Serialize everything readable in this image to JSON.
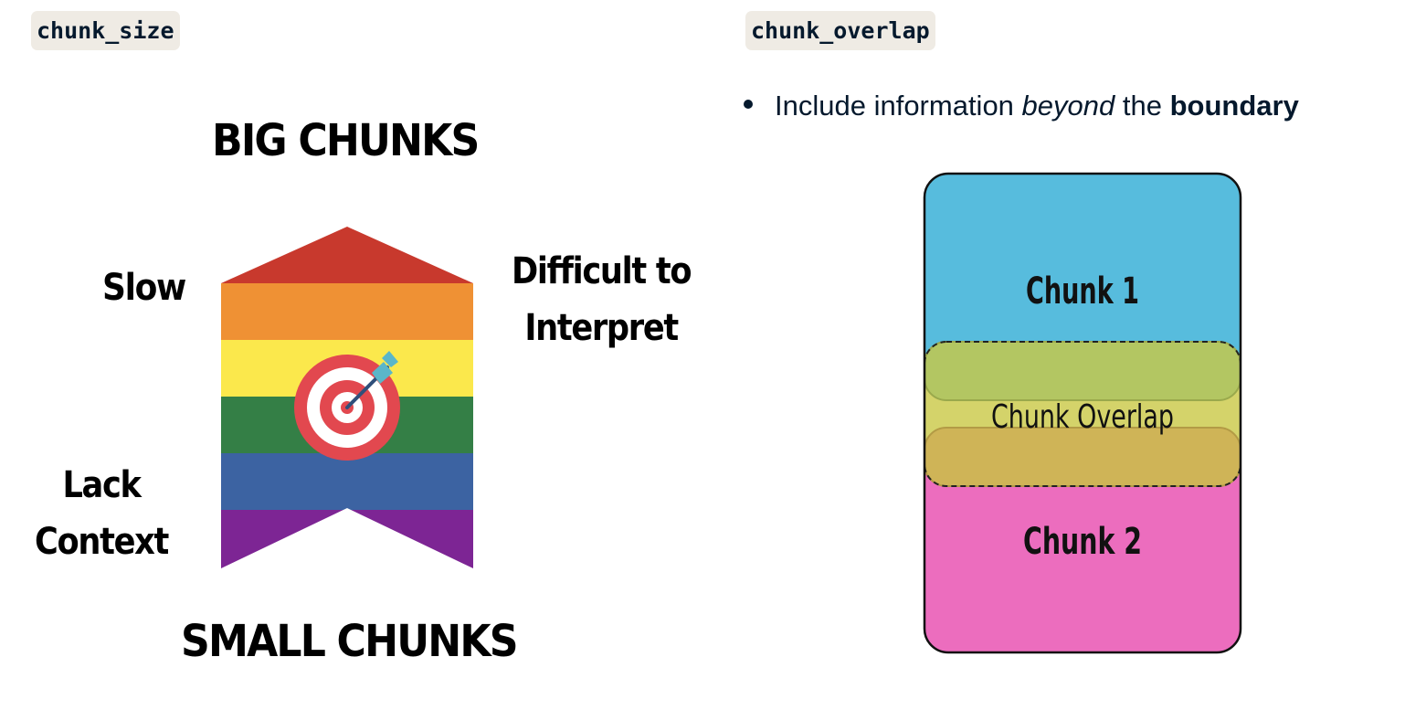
{
  "tags": {
    "left": "chunk_size",
    "right": "chunk_overlap"
  },
  "size_diagram": {
    "top_label": "BIG CHUNKS",
    "bottom_label": "SMALL CHUNKS",
    "left_top_label": "Slow",
    "right_top_label_line1": "Difficult to",
    "right_top_label_line2": "Interpret",
    "left_bottom_label_line1": "Lack",
    "left_bottom_label_line2": "Context",
    "stripe_colors": [
      "#c8392d",
      "#ef9134",
      "#fbe84c",
      "#347f46",
      "#3c63a2",
      "#7d2594"
    ],
    "icon": "target-arrow-icon"
  },
  "overlap_section": {
    "bullet_prefix": "Include information ",
    "bullet_emphasis": "beyond",
    "bullet_middle": " the ",
    "bullet_bold": "boundary",
    "chunk1_label": "Chunk 1",
    "chunk2_label": "Chunk 2",
    "overlap_label": "Chunk Overlap",
    "colors": {
      "chunk1": "#57bcdd",
      "chunk2": "#ec6dbe",
      "overlap_top": "#b3c662",
      "overlap_mid": "#d4d36a",
      "overlap_bottom": "#cfb457"
    }
  }
}
